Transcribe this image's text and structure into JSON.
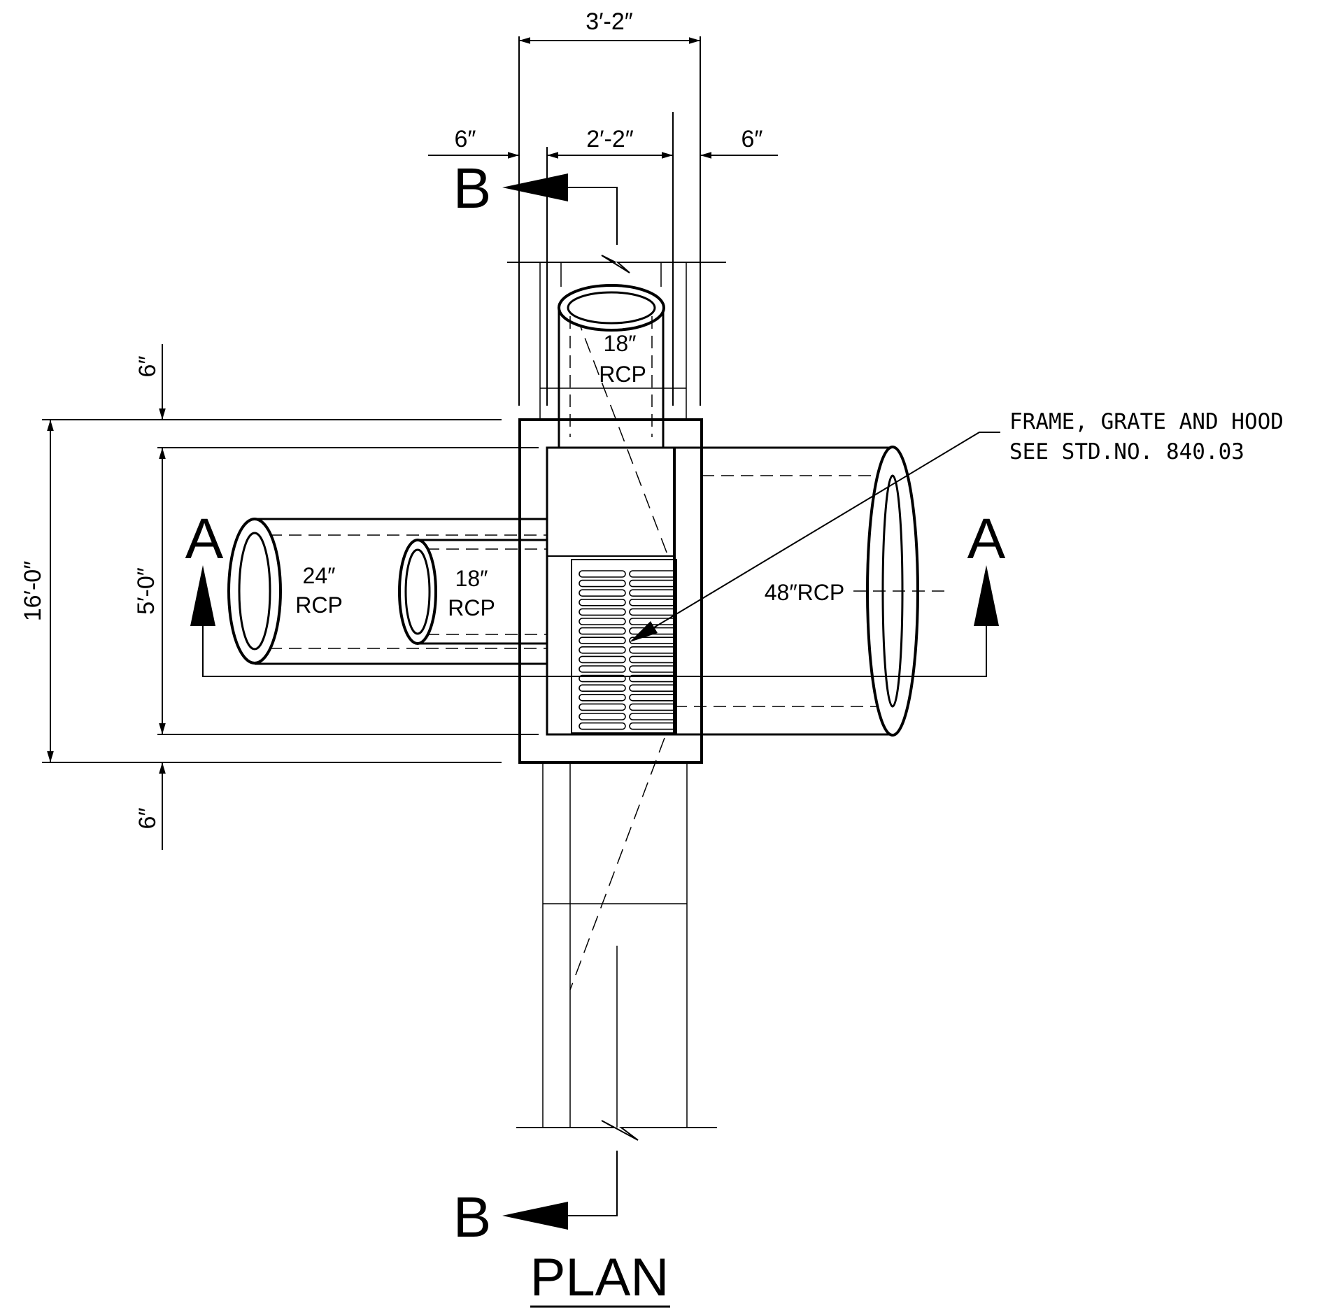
{
  "drawing": {
    "title": "PLAN",
    "section_markers": {
      "a": "A",
      "b": "B"
    },
    "dimensions": {
      "overall_width": "3′-2″",
      "left_wall": "6″",
      "inner_width": "2′-2″",
      "right_wall": "6″",
      "top_wall": "6″",
      "overall_length": "16′-0″",
      "inner_length": "5′-0″",
      "bottom_wall": "6″"
    },
    "pipes": {
      "top_18": {
        "size": "18″",
        "type": "RCP"
      },
      "left_24": {
        "size": "24″",
        "type": "RCP"
      },
      "left_18": {
        "size": "18″",
        "type": "RCP"
      },
      "right_48": "48″RCP"
    },
    "note": {
      "line1": "FRAME, GRATE AND HOOD",
      "line2": "SEE STD.NO. 840.03"
    }
  },
  "colors": {
    "ink": "#000000",
    "paper": "#ffffff"
  }
}
